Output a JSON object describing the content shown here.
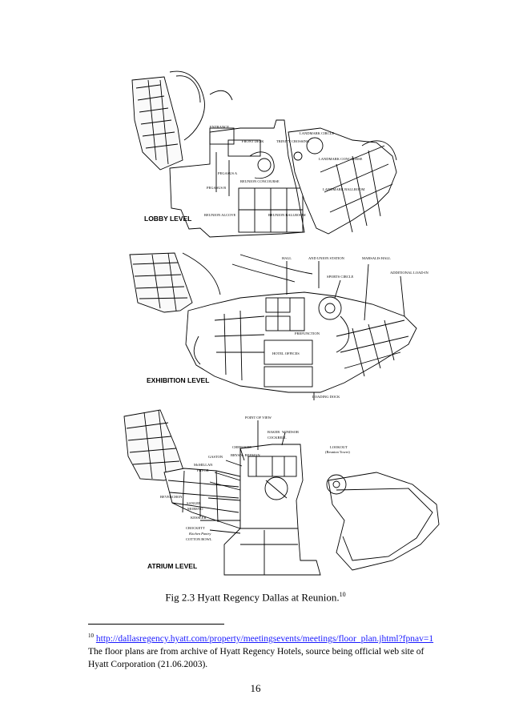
{
  "plans": {
    "lobby": {
      "level_label": "LOBBY LEVEL",
      "labels": {
        "entrance": "ENTRANCE",
        "front_desk": "FRONT DESK",
        "trinity_crossing": "TRINITY CROSSING",
        "landmark_circle": "LANDMARK CIRCLE",
        "landmark_concourse": "LANDMARK CONCOURSE",
        "landmark_ballroom": "LANDMARK BALLROOM",
        "reunion_concourse": "REUNION CONCOURSE",
        "reunion_ballroom": "REUNION BALLROOM",
        "reunion_alcove": "REUNION ALCOVE",
        "pegasus_a": "PEGASUS A",
        "pegasus_b": "PEGASUS B"
      }
    },
    "exhibition": {
      "level_label": "EXHIBITION LEVEL",
      "labels": {
        "hall": "HALL",
        "union_station": "AND UNION STATION",
        "marsalis_hall": "MARSALIS HALL",
        "additional_loadin": "ADDITIONAL LOAD-IN",
        "sports_circle": "SPORTS CIRCLE",
        "prefunction": "PREFUNCTION",
        "hotel_offices": "HOTEL OFFICES",
        "loading_dock": "LOADING DOCK"
      }
    },
    "atrium": {
      "level_label": "ATRIUM LEVEL",
      "labels": {
        "point_of_view": "POINT OF VIEW",
        "baker": "BAKER",
        "windsor": "WINDSOR",
        "cockrell": "COCKRELL",
        "cherokee": "CHEROKEE",
        "bryan_beeman": "BRYAN- BEEMAN",
        "gaston": "GASTON",
        "mcmillan": "McMILLAN",
        "pryor": "PRYOR",
        "beverchon": "BEVERCHON",
        "sanger": "SANGER",
        "moreno": "MORENO",
        "kessler": "KESSLER",
        "crockett": "CROCKETT",
        "kitchen_pantry": "Kitchen Pantry",
        "cotton_bowl": "COTTON BOWL",
        "lookout": "LOOKOUT",
        "reunion_tower": "(Reunion Tower)"
      }
    }
  },
  "caption": {
    "text": "Fig 2.3 Hyatt Regency Dallas at Reunion.",
    "footnote_ref": "10"
  },
  "footnote": {
    "number": "10",
    "url": "http://dallasregency.hyatt.com/property/meetingsevents/meetings/floor_plan.jhtml?fpnav=1",
    "text_after_url": " The floor plans are from archive of Hyatt Regency Hotels, source being official web site of Hyatt Corporation (21.06.2003)."
  },
  "page_number": "16"
}
